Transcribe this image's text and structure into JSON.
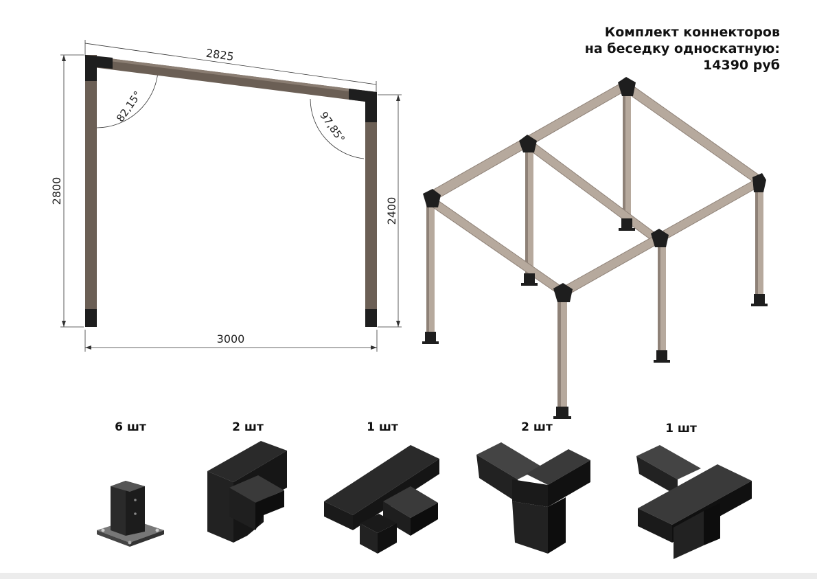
{
  "title": {
    "line1": "Комплект коннекторов",
    "line2": "на беседку односкатную:",
    "price": "14390 руб"
  },
  "dimensions": {
    "top_length": "2825",
    "left_height": "2800",
    "right_height": "2400",
    "width": "3000",
    "left_angle": "82,15°",
    "right_angle": "97,85°"
  },
  "connectors": [
    {
      "qty": "6 шт",
      "type": "post-base-icon"
    },
    {
      "qty": "2 шт",
      "type": "corner-connector-icon"
    },
    {
      "qty": "1 шт",
      "type": "t-connector-icon"
    },
    {
      "qty": "2 шт",
      "type": "three-way-corner-icon"
    },
    {
      "qty": "1 шт",
      "type": "four-way-connector-icon"
    }
  ],
  "colors": {
    "wood_side": "#6b5f55",
    "wood_light": "#b6a99d",
    "metal": "#1e1e1e",
    "line": "#333333"
  }
}
